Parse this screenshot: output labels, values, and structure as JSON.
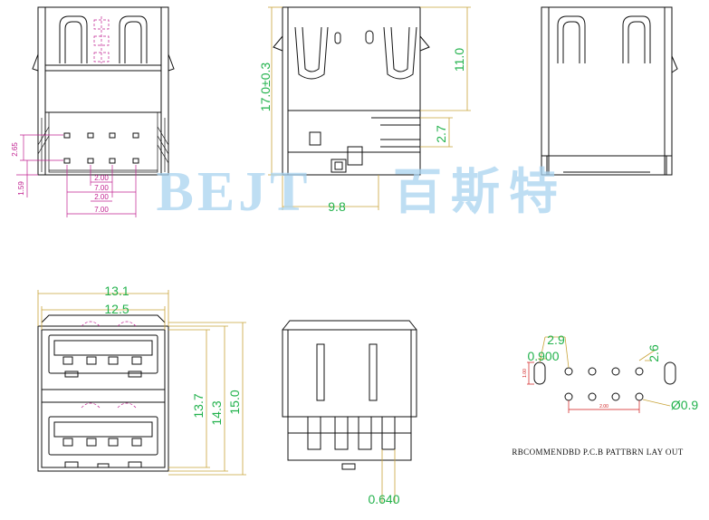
{
  "watermark": {
    "brand": "BEJT",
    "chinese": "百斯特"
  },
  "front_view": {
    "dimensions": [
      "2.65",
      "1.59",
      "2.00",
      "7.00",
      "2.00",
      "7.00"
    ]
  },
  "side_view": {
    "dimensions": [
      "17.0±0.3",
      "11.0",
      "2.7",
      "9.8"
    ]
  },
  "bottom_front_view": {
    "dimensions": [
      "13.1",
      "12.5",
      "13.7",
      "14.3",
      "15.0"
    ]
  },
  "bottom_side_view": {
    "dimensions": [
      "0.640"
    ]
  },
  "pcb_layout": {
    "dimensions": [
      "2.9",
      "0.900",
      "2.6",
      "Ø0.9",
      "1.00",
      "2.00"
    ],
    "caption": "RBCOMMENDBD P.C.B PATTBRN LAY OUT"
  },
  "colors": {
    "dimension_green": "#22b24c",
    "dimension_magenta": "#c02090",
    "leader_yellow": "#c9a43a",
    "watermark_blue": "#a9d3f0"
  }
}
